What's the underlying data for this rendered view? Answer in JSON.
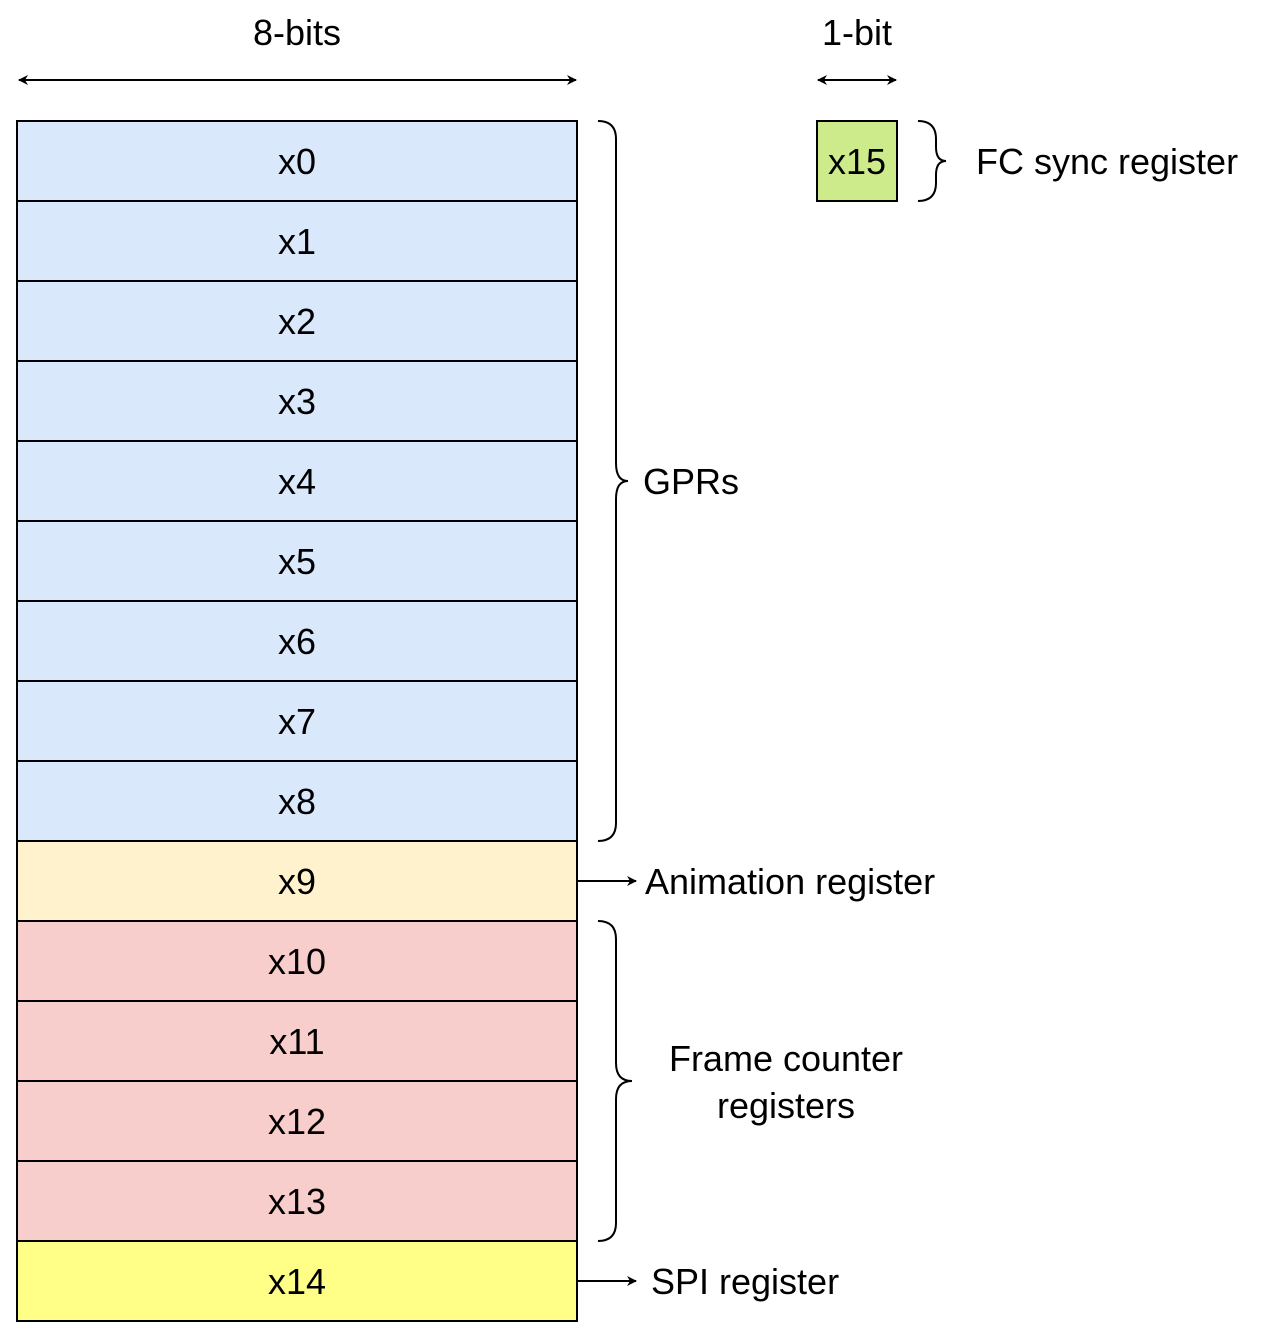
{
  "header": {
    "width_8bit_label": "8-bits",
    "width_1bit_label": "1-bit"
  },
  "colors": {
    "gpr": "#dae8fc",
    "animation": "#fff2cc",
    "frame_counter": "#f8cecc",
    "spi": "#ffff88",
    "fc_sync": "#cdeb8b",
    "stroke": "#000000"
  },
  "registers": [
    {
      "name": "x0",
      "group": "gpr"
    },
    {
      "name": "x1",
      "group": "gpr"
    },
    {
      "name": "x2",
      "group": "gpr"
    },
    {
      "name": "x3",
      "group": "gpr"
    },
    {
      "name": "x4",
      "group": "gpr"
    },
    {
      "name": "x5",
      "group": "gpr"
    },
    {
      "name": "x6",
      "group": "gpr"
    },
    {
      "name": "x7",
      "group": "gpr"
    },
    {
      "name": "x8",
      "group": "gpr"
    },
    {
      "name": "x9",
      "group": "animation"
    },
    {
      "name": "x10",
      "group": "frame_counter"
    },
    {
      "name": "x11",
      "group": "frame_counter"
    },
    {
      "name": "x12",
      "group": "frame_counter"
    },
    {
      "name": "x13",
      "group": "frame_counter"
    },
    {
      "name": "x14",
      "group": "spi"
    }
  ],
  "fc_sync_register": {
    "name": "x15"
  },
  "labels": {
    "gprs": "GPRs",
    "animation": "Animation register",
    "frame_counter_line1": "Frame counter",
    "frame_counter_line2": "registers",
    "spi": "SPI register",
    "fc_sync": "FC sync register"
  }
}
